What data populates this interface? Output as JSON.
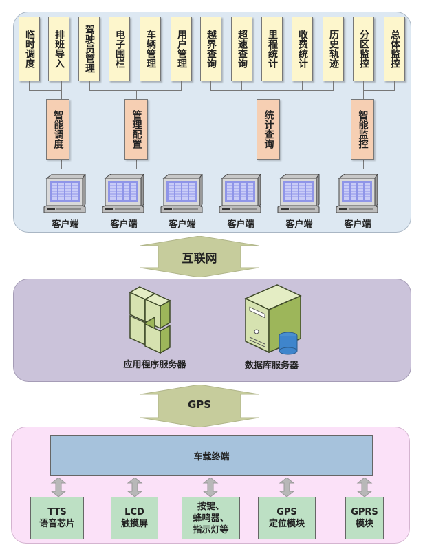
{
  "client_layer": {
    "functions": [
      {
        "label": "临时调度"
      },
      {
        "label": "排班导入"
      },
      {
        "label": "驾驶员管理"
      },
      {
        "label": "电子围栏"
      },
      {
        "label": "车辆管理"
      },
      {
        "label": "用户管理"
      },
      {
        "label": "越界查询"
      },
      {
        "label": "超速查询"
      },
      {
        "label": "里程统计"
      },
      {
        "label": "收费统计"
      },
      {
        "label": "历史轨迹"
      },
      {
        "label": "分区监控"
      },
      {
        "label": "总体监控"
      }
    ],
    "groups": [
      {
        "label": "智能调度"
      },
      {
        "label": "管理配置"
      },
      {
        "label": "统计查询"
      },
      {
        "label": "智能监控"
      }
    ],
    "clients": [
      {
        "label": "客户端"
      },
      {
        "label": "客户端"
      },
      {
        "label": "客户端"
      },
      {
        "label": "客户端"
      },
      {
        "label": "客户端"
      },
      {
        "label": "客户端"
      }
    ]
  },
  "link_top": {
    "label": "互联网"
  },
  "server_layer": {
    "app_server": {
      "label": "应用程序服务器"
    },
    "db_server": {
      "label": "数据库服务器"
    }
  },
  "link_bottom": {
    "label": "GPS"
  },
  "vehicle_layer": {
    "terminal": {
      "label": "车载终端"
    },
    "modules": [
      {
        "label": "TTS\n语音芯片"
      },
      {
        "label": "LCD\n触摸屏"
      },
      {
        "label": "按键、\n蜂鸣器、\n指示灯等"
      },
      {
        "label": "GPS\n定位模块"
      },
      {
        "label": "GPRS\n模块"
      }
    ]
  },
  "colors": {
    "client_panel": "#dde8f2",
    "server_panel": "#cbc3da",
    "vehicle_panel": "#fbe1f8",
    "function_box": "#fdf6cc",
    "group_box": "#f6cfb3",
    "terminal_box": "#a6c2dc",
    "module_box": "#bde0c4",
    "link_arrow": "#c6cc9c"
  }
}
